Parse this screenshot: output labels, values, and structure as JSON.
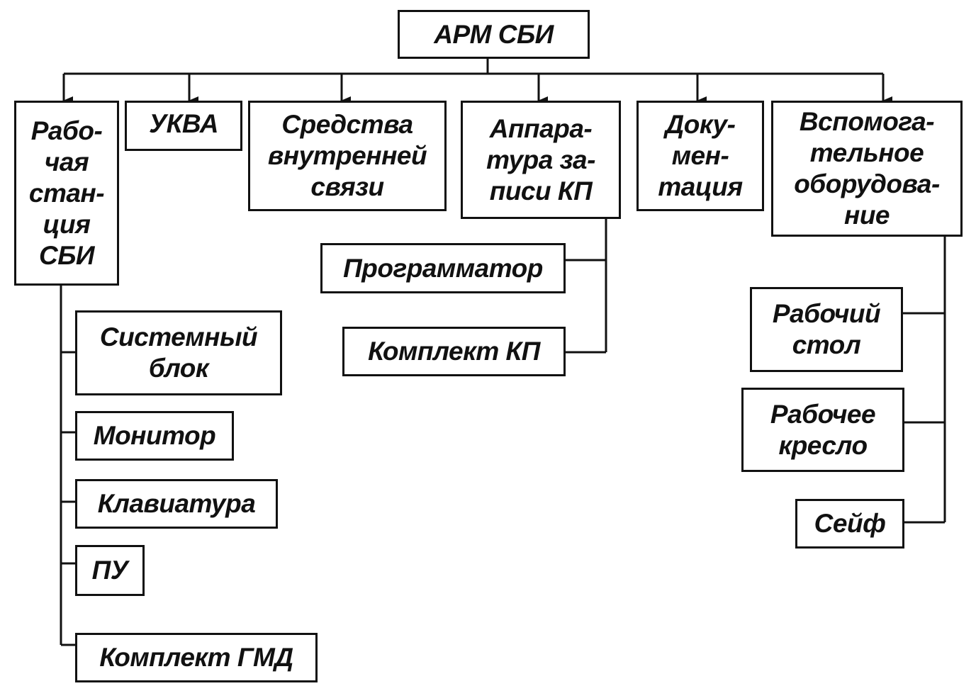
{
  "diagram": {
    "root": {
      "label": "АРМ СБИ"
    },
    "categories": [
      {
        "label": "Рабо-\nчая\nстан-\nция\nСБИ",
        "children": [
          "Системный\nблок",
          "Монитор",
          "Клавиатура",
          "ПУ",
          "Комплект ГМД"
        ]
      },
      {
        "label": "УКВА",
        "children": []
      },
      {
        "label": "Средства\nвнутренней\nсвязи",
        "children": []
      },
      {
        "label": "Аппара-\nтура за-\nписи КП",
        "children": [
          "Программатор",
          "Комплект КП"
        ]
      },
      {
        "label": "Доку-\nмен-\nтация",
        "children": []
      },
      {
        "label": "Вспомога-\nтельное\nоборудова-\nние",
        "children": [
          "Рабочий\nстол",
          "Рабочее\nкресло",
          "Сейф"
        ]
      }
    ]
  },
  "colors": {
    "line": "#111111",
    "box_border": "#111111",
    "background": "#ffffff",
    "text": "#111111"
  }
}
